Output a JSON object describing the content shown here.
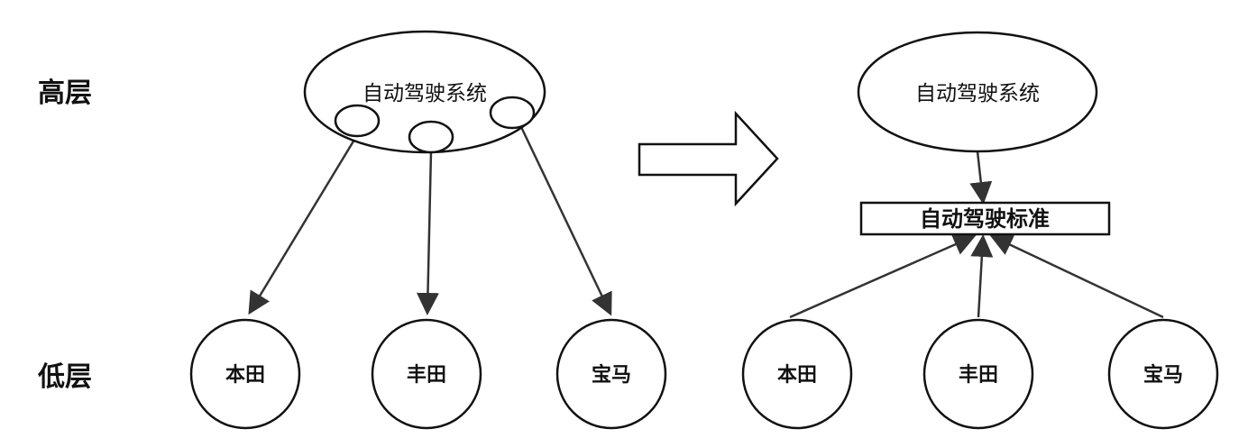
{
  "layers": {
    "high": "高层",
    "low": "低层"
  },
  "left": {
    "system": "自动驾驶系统",
    "brands": [
      "本田",
      "丰田",
      "宝马"
    ]
  },
  "right": {
    "system": "自动驾驶系统",
    "standard": "自动驾驶标准",
    "brands": [
      "本田",
      "丰田",
      "宝马"
    ]
  },
  "colors": {
    "stroke": "#111111",
    "arrow": "#333333",
    "background": "#ffffff"
  }
}
